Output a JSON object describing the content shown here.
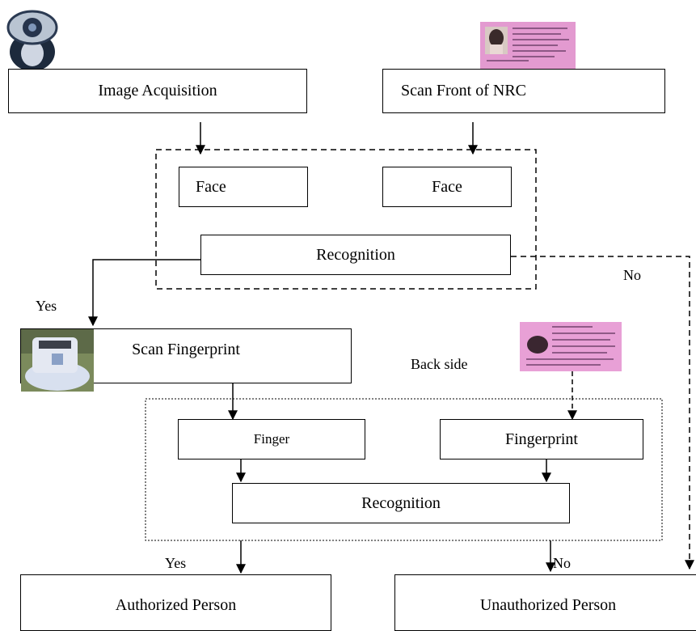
{
  "diagram": {
    "nodes": {
      "image_acquisition": "Image Acquisition",
      "scan_front_nrc": "Scan Front of NRC",
      "face_left": "Face",
      "face_right": "Face",
      "recognition_top": "Recognition",
      "scan_fingerprint": "Scan Fingerprint",
      "finger": "Finger",
      "fingerprint": "Fingerprint",
      "recognition_bottom": "Recognition",
      "authorized": "Authorized Person",
      "unauthorized": "Unauthorized Person"
    },
    "labels": {
      "yes_top": "Yes",
      "no_top": "No",
      "back_side": "Back side",
      "yes_bottom": "Yes",
      "no_bottom": "No"
    },
    "images": [
      "webcam-icon",
      "nrc-front-card-image",
      "fingerprint-scanner-image",
      "nrc-back-card-image"
    ],
    "colors": {
      "card": "#e39ad0",
      "line": "#000000"
    }
  }
}
